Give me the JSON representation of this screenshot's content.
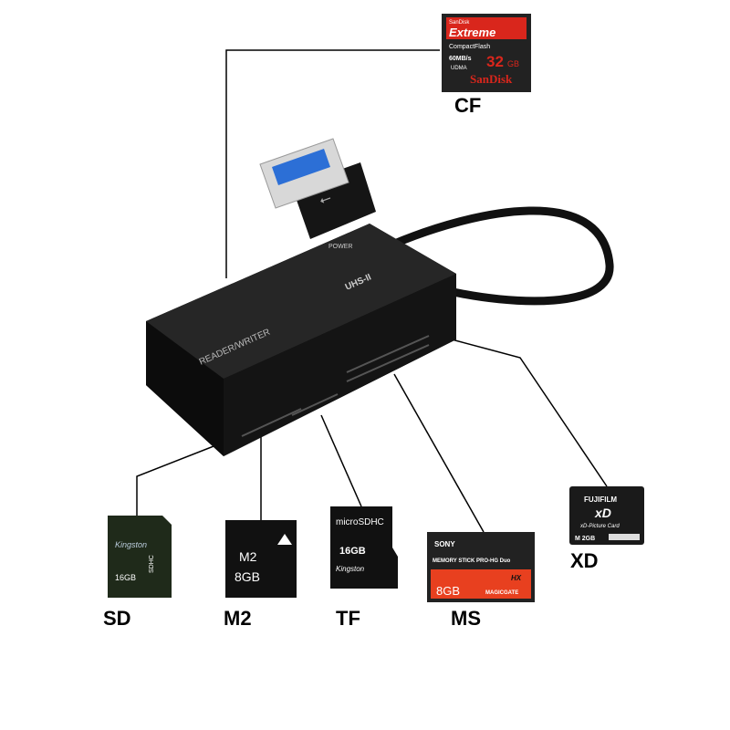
{
  "labels": {
    "cf": "CF",
    "sd": "SD",
    "m2": "M2",
    "tf": "TF",
    "ms": "MS",
    "xd": "XD"
  },
  "reader": {
    "title": "READER/WRITER",
    "power": "POWER",
    "uhs": "UHS-II"
  },
  "cards": {
    "cf": {
      "brand_top": "SanDisk",
      "line": "Extreme",
      "type": "CompactFlash",
      "speed": "60MB/s",
      "udma": "UDMA",
      "capacity": "32",
      "unit": "GB",
      "brand": "SanDisk"
    },
    "sd": {
      "brand": "Kingston",
      "capacity": "16GB",
      "type": "SDHC"
    },
    "m2": {
      "capacity": "8GB",
      "type": "M2"
    },
    "tf": {
      "type": "microSDHC",
      "capacity": "16GB",
      "brand": "Kingston"
    },
    "ms": {
      "brand": "SONY",
      "type": "MEMORY STICK PRO-HG Duo",
      "hx": "HX",
      "capacity": "8GB",
      "gate": "MAGICGATE"
    },
    "xd": {
      "brand": "FUJIFILM",
      "logo": "xD",
      "type": "xD-Picture Card",
      "capacity": "M 2GB"
    }
  },
  "colors": {
    "cf_red": "#d9261c",
    "ms_red": "#e8401f",
    "body": "#111111"
  }
}
